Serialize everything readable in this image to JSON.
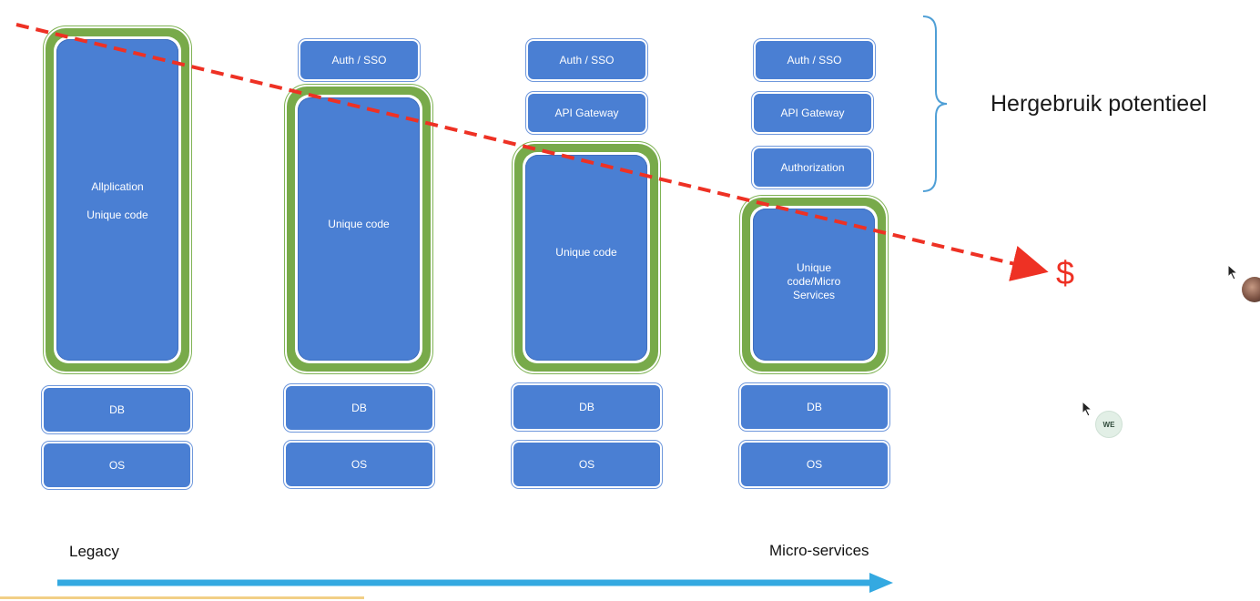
{
  "columns": [
    {
      "services": [
        "Allplication",
        "Unique code"
      ],
      "db": "DB",
      "os": "OS",
      "extras": []
    },
    {
      "services": [
        "Unique code"
      ],
      "db": "DB",
      "os": "OS",
      "extras": [
        "Auth / SSO"
      ]
    },
    {
      "services": [
        "Unique code"
      ],
      "db": "DB",
      "os": "OS",
      "extras": [
        "Auth / SSO",
        "API Gateway"
      ]
    },
    {
      "services": [
        "Unique",
        "code/Micro",
        "Services"
      ],
      "db": "DB",
      "os": "OS",
      "extras": [
        "Auth / SSO",
        "API Gateway",
        "Authorization"
      ]
    }
  ],
  "reuse_label": "Hergebruik potentieel",
  "cost_symbol": "$",
  "axis": {
    "start": "Legacy",
    "end": "Micro-services"
  },
  "participants": {
    "initials": "WE"
  },
  "colors": {
    "box_blue": "#4a7fd3",
    "frame_green": "#78aa4a",
    "trend_red": "#ee3124",
    "axis_blue": "#34a9e1",
    "brace_blue": "#4f9fd6"
  }
}
